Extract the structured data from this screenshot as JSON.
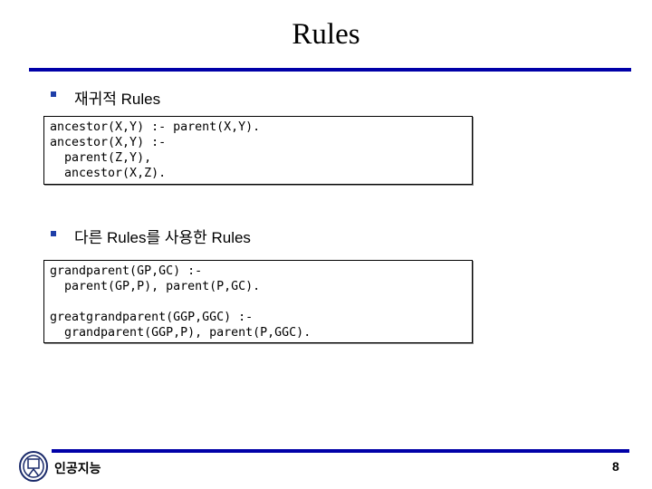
{
  "title": "Rules",
  "sections": [
    {
      "heading": "재귀적 Rules",
      "code": "ancestor(X,Y) :- parent(X,Y).\nancestor(X,Y) :-\n  parent(Z,Y),\n  ancestor(X,Z)."
    },
    {
      "heading": "다른 Rules를 사용한 Rules",
      "code": "grandparent(GP,GC) :-\n  parent(GP,P), parent(P,GC).\n\ngreatgrandparent(GGP,GGC) :-\n  grandparent(GGP,P), parent(P,GGC)."
    }
  ],
  "footer": {
    "course": "인공지능",
    "page": "8"
  },
  "colors": {
    "accent": "#0000a8",
    "bullet": "#1f3fa8"
  }
}
